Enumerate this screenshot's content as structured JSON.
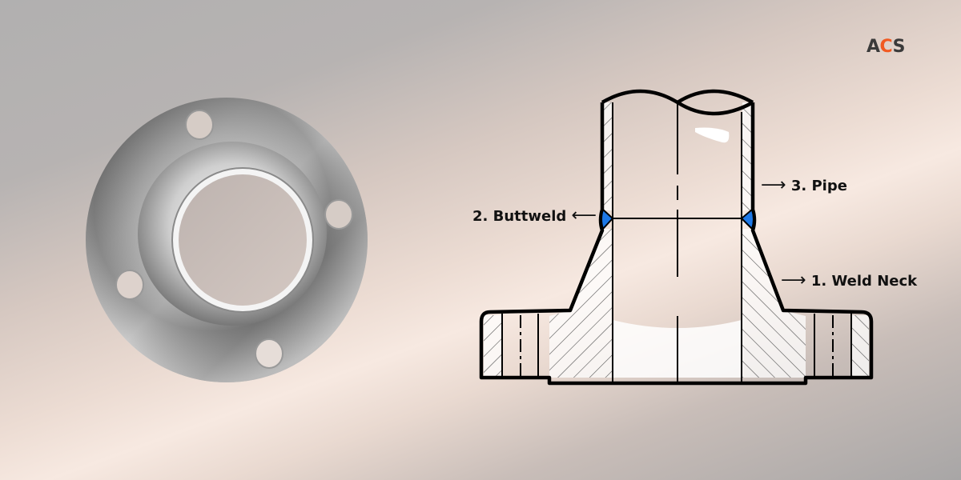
{
  "brand": {
    "logo_prefix": "A",
    "logo_accent": "C",
    "logo_suffix": "S",
    "accent_color": "#f15a22",
    "text_color": "#3a3a3a"
  },
  "photo": {
    "subject": "stainless steel weld neck flange",
    "bolt_holes": 4
  },
  "diagram": {
    "title": "Weld neck flange cross-section",
    "weld_color": "#1e78e6",
    "labels": [
      {
        "id": "weld-neck",
        "number": "1.",
        "text": "1. Weld Neck",
        "arrow": "⟶",
        "arrow_direction": "right"
      },
      {
        "id": "buttweld",
        "number": "2.",
        "text": "2. Buttweld",
        "arrow": "⟵",
        "arrow_direction": "left"
      },
      {
        "id": "pipe",
        "number": "3.",
        "text": "3. Pipe",
        "arrow": "⟶",
        "arrow_direction": "right"
      }
    ]
  }
}
